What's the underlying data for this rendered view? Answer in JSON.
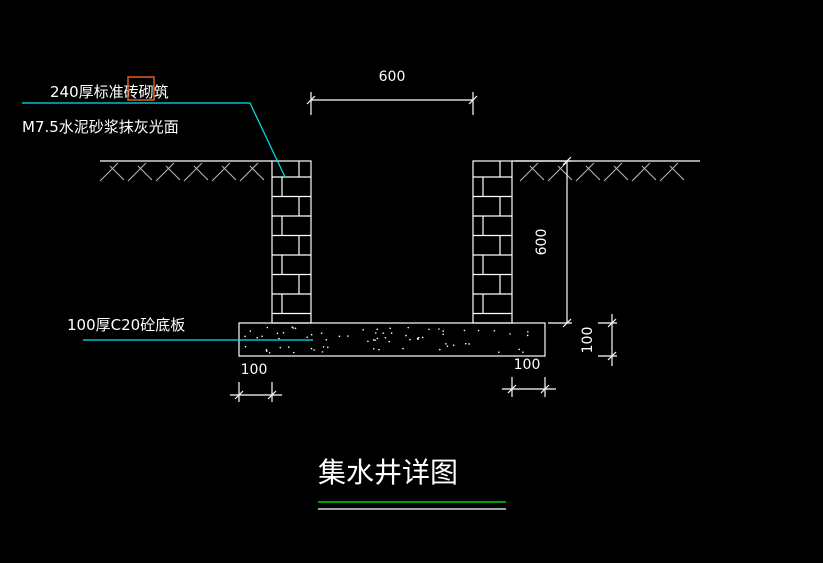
{
  "drawing": {
    "title": "集水井详图",
    "labels": {
      "wall_material_prefix": "240厚标准砖",
      "wall_material_highlight": "砌筑",
      "wall_finish": "M7.5水泥砂浆抹灰光面",
      "slab": "100厚C20砼底板"
    },
    "dimensions": {
      "inner_width": "600",
      "depth": "600",
      "slab_thickness": "100",
      "left_overhang": "100",
      "right_overhang": "100"
    },
    "colors": {
      "background": "#000000",
      "leader": "#00e5ee",
      "highlight_box": "#e06020",
      "title_underline": "#00cc00"
    }
  }
}
